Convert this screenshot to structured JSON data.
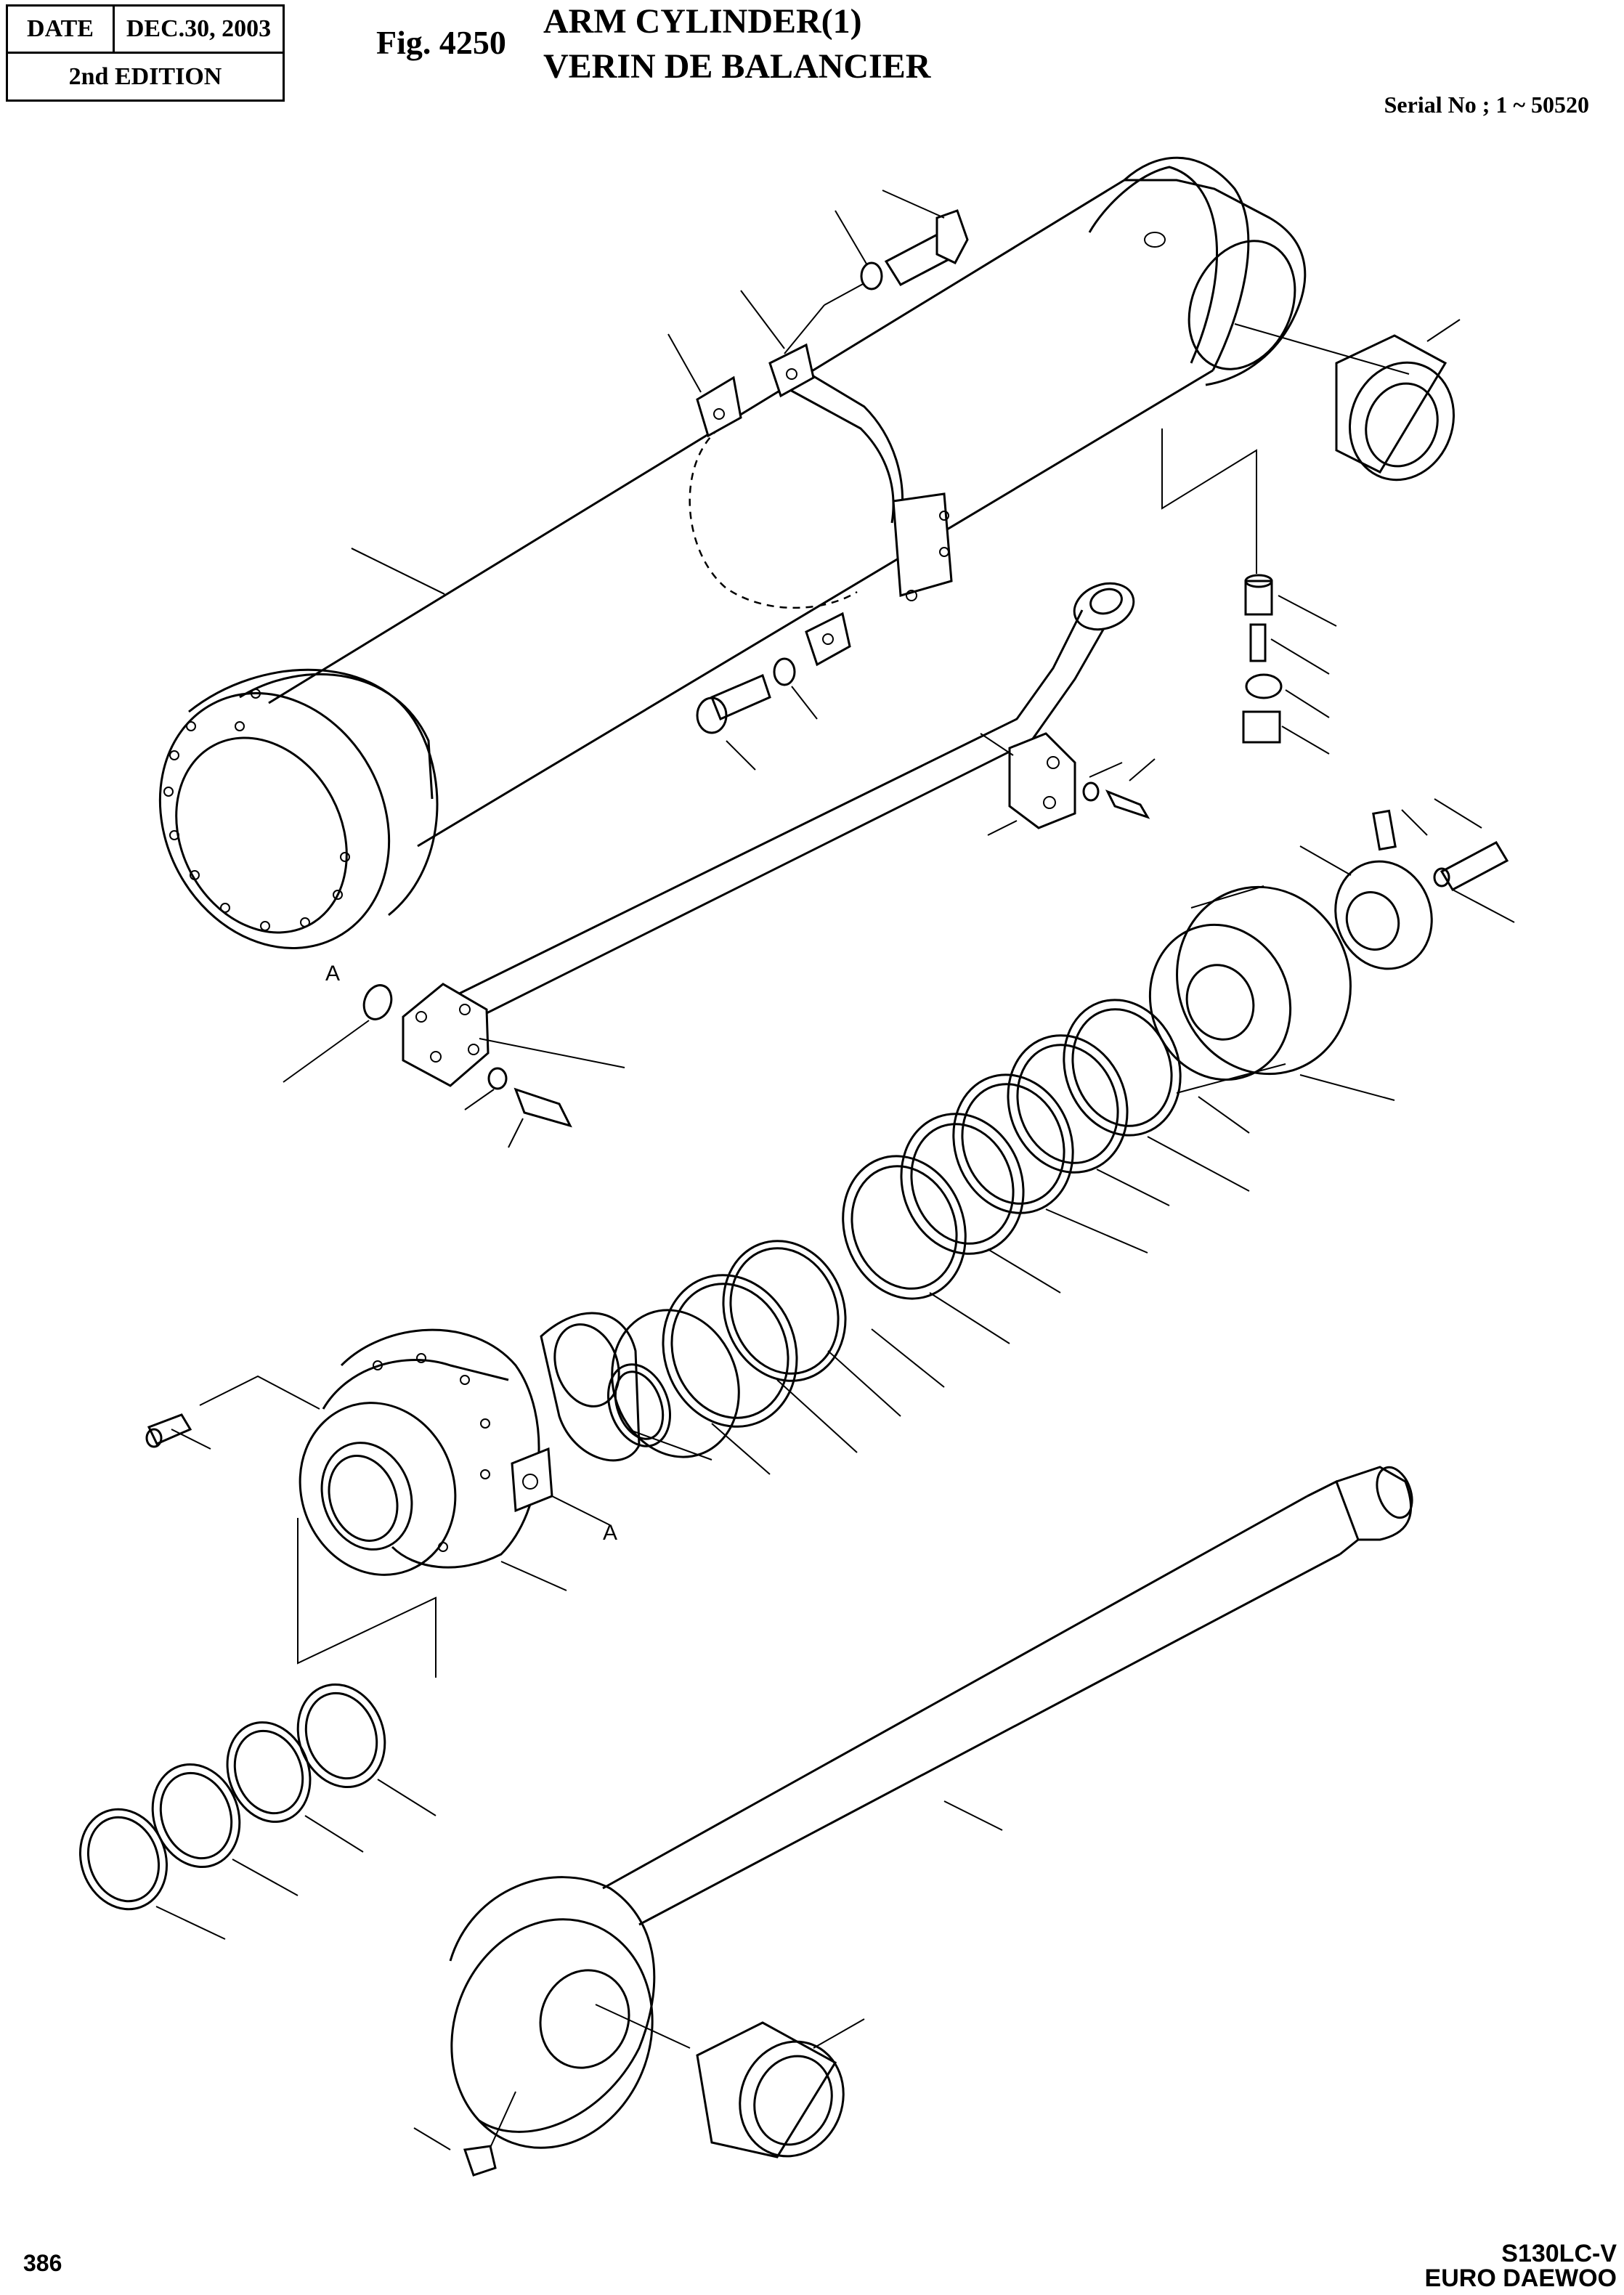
{
  "header": {
    "date_label": "DATE",
    "date_value": "DEC.30, 2003",
    "edition": "2nd  EDITION",
    "figure_number": "Fig. 4250",
    "title_en": "ARM CYLINDER(1)",
    "title_fr": "VERIN DE BALANCIER",
    "serial": "Serial No ; 1 ~ 50520"
  },
  "drawing": {
    "port_label_1": "A",
    "port_label_2": "A"
  },
  "footer": {
    "page_number": "386",
    "model": "S130LC-V",
    "brand": "EURO DAEWOO"
  }
}
